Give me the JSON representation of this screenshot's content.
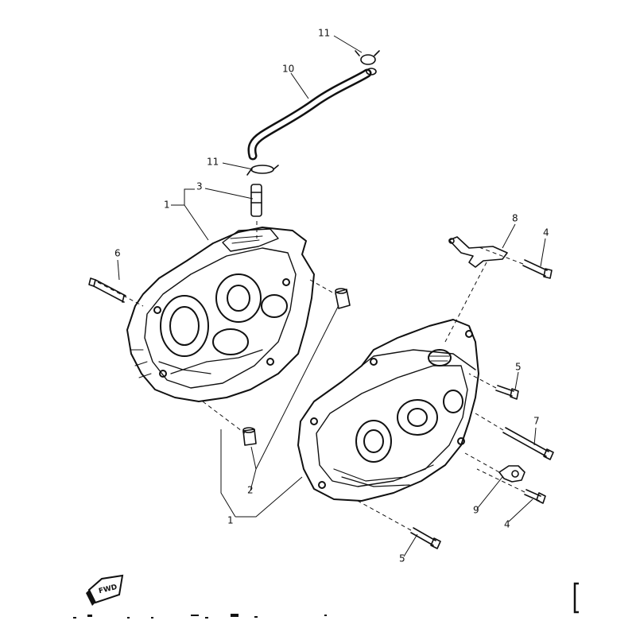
{
  "diagram": {
    "type": "exploded-parts-diagram",
    "callouts": [
      {
        "id": "c11a",
        "number": "11"
      },
      {
        "id": "c10",
        "number": "10"
      },
      {
        "id": "c11b",
        "number": "11"
      },
      {
        "id": "c3",
        "number": "3"
      },
      {
        "id": "c1a",
        "number": "1"
      },
      {
        "id": "c6",
        "number": "6"
      },
      {
        "id": "c8",
        "number": "8"
      },
      {
        "id": "c4a",
        "number": "4"
      },
      {
        "id": "c5a",
        "number": "5"
      },
      {
        "id": "c7",
        "number": "7"
      },
      {
        "id": "c2",
        "number": "2"
      },
      {
        "id": "c1b",
        "number": "1"
      },
      {
        "id": "c9",
        "number": "9"
      },
      {
        "id": "c4b",
        "number": "4"
      },
      {
        "id": "c5b",
        "number": "5"
      }
    ],
    "fwd_badge": "FWD",
    "icons": [
      "fwd-arrow-icon"
    ],
    "ink_color": "#111111",
    "paper_color": "#ffffff"
  }
}
